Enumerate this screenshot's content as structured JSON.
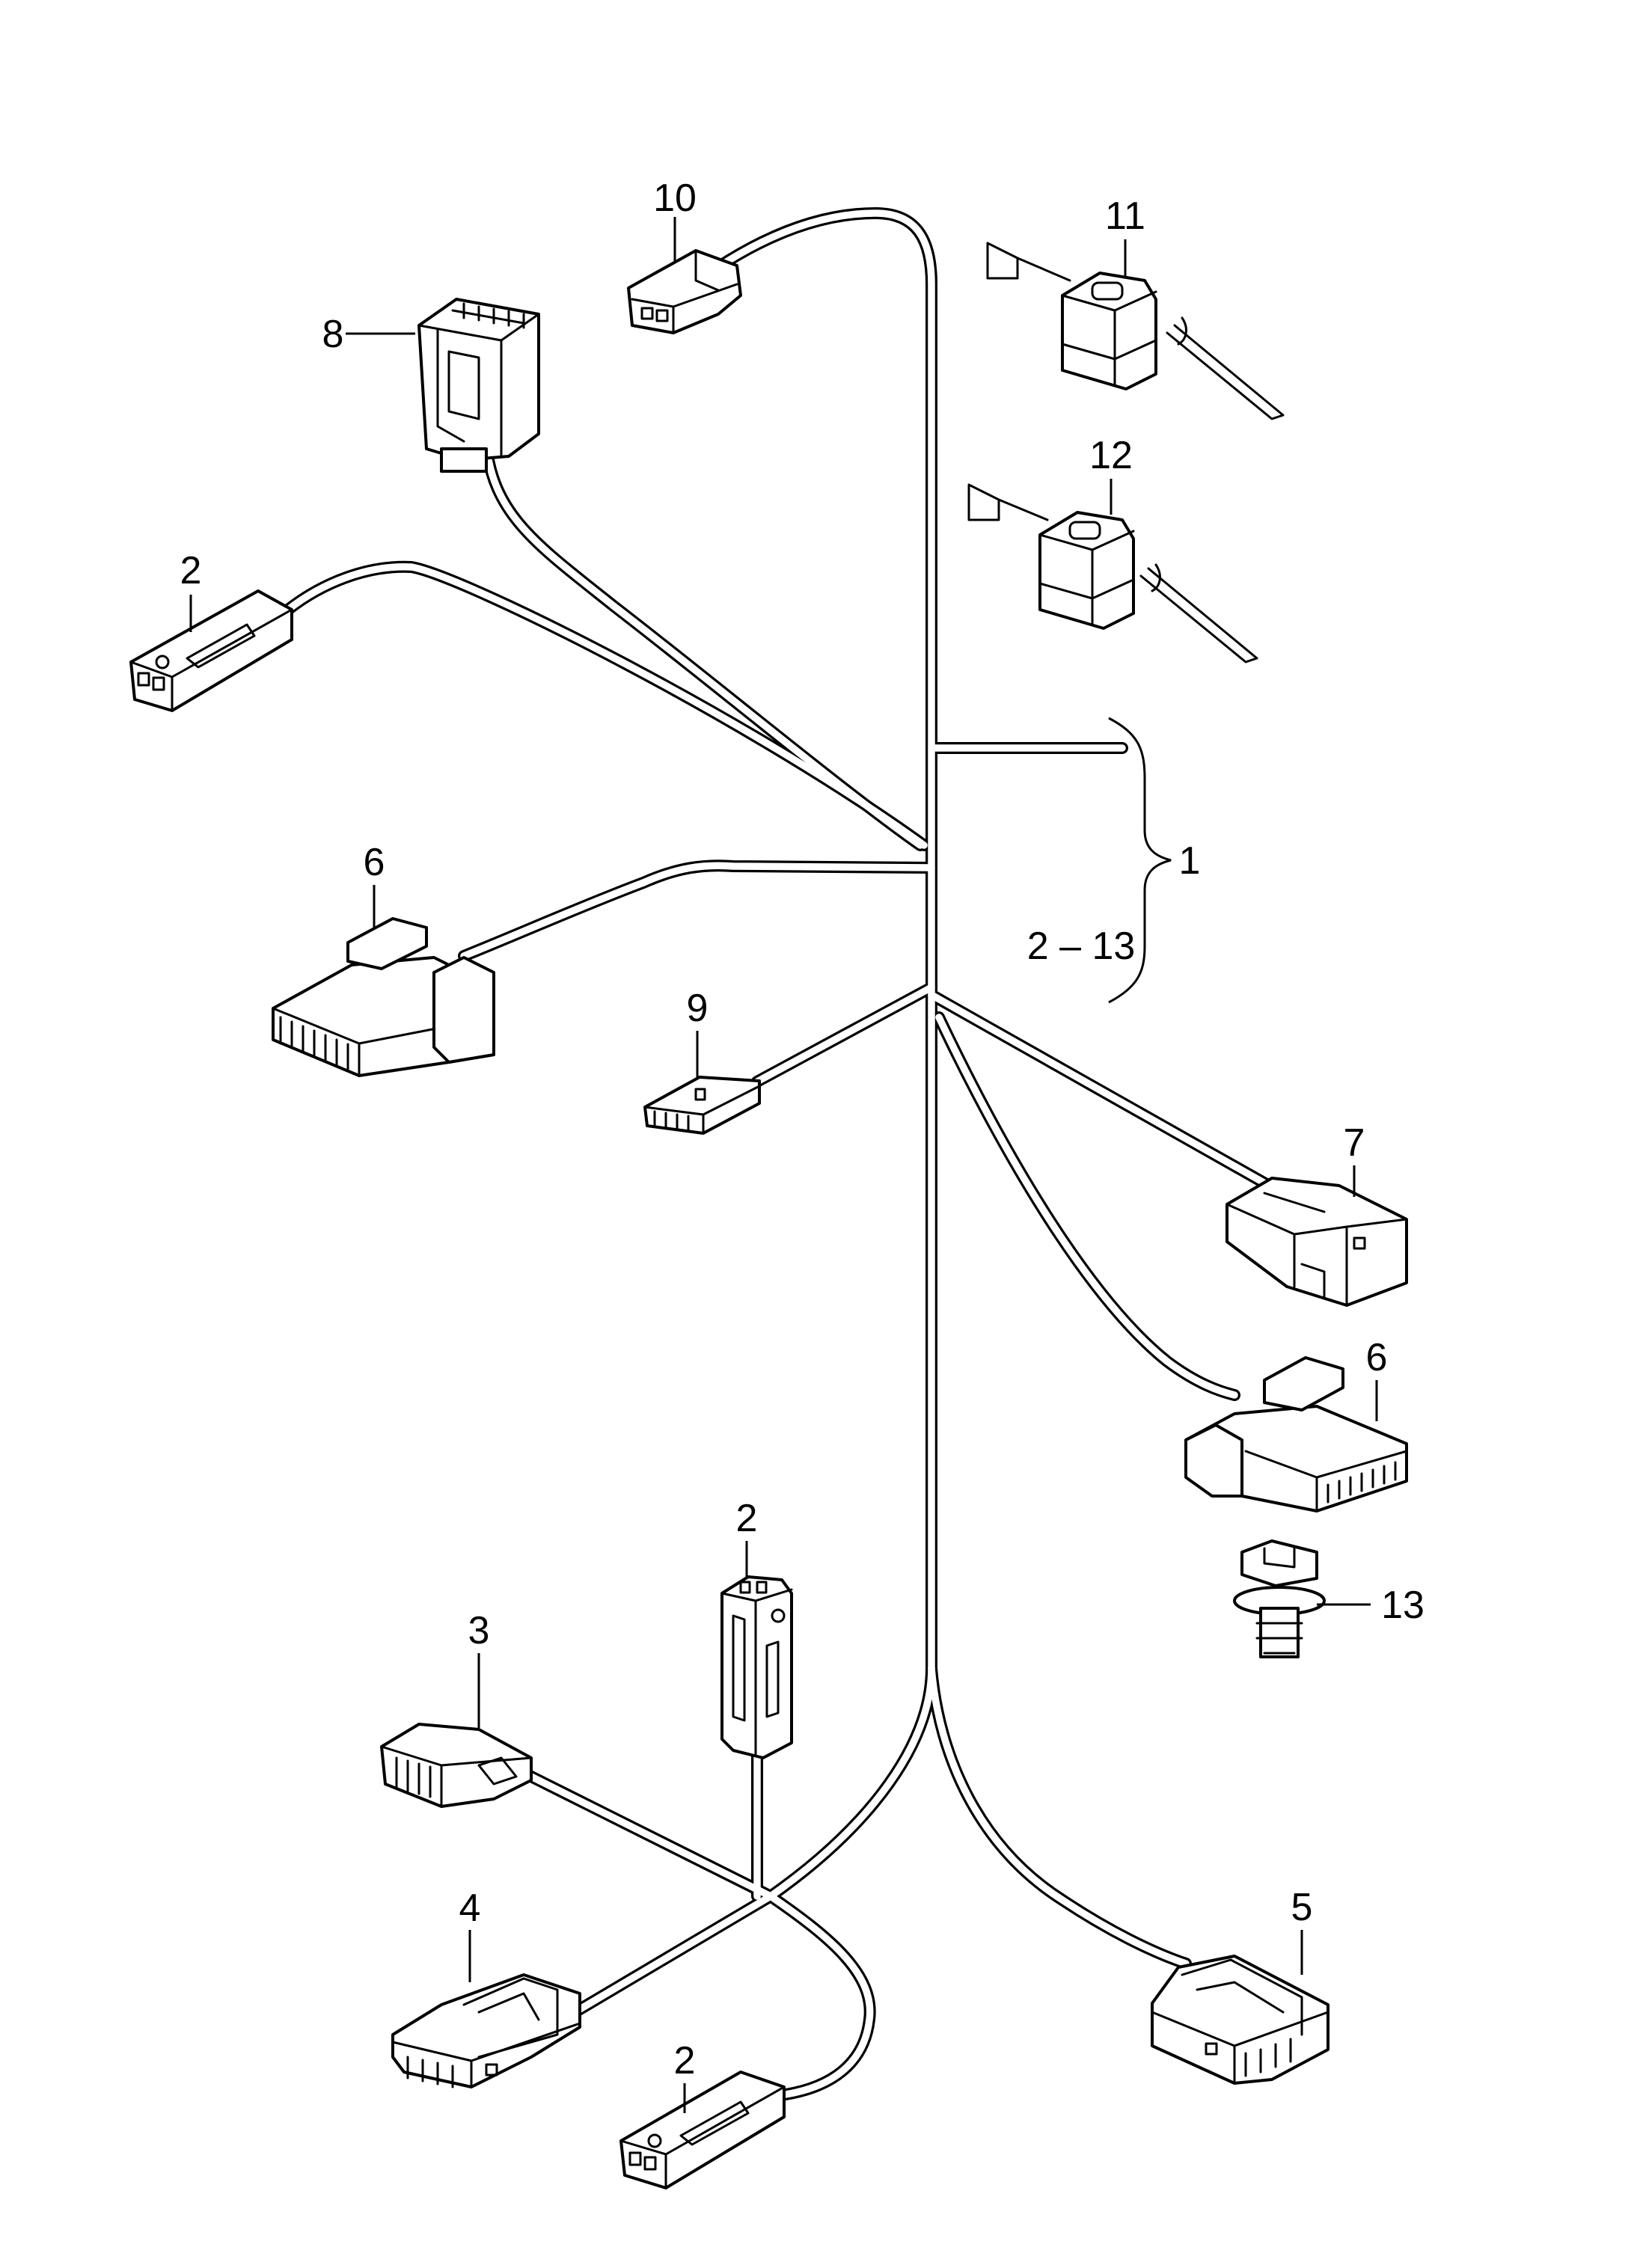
{
  "diagram": {
    "type": "wiring-harness-exploded-view",
    "callouts": {
      "c10": "10",
      "c11": "11",
      "c12": "12",
      "c8": "8",
      "c2a": "2",
      "c6a": "6",
      "c9": "9",
      "c7": "7",
      "c6b": "6",
      "c13": "13",
      "c2b": "2",
      "c3": "3",
      "c4": "4",
      "c2c": "2",
      "c5": "5",
      "c1": "1",
      "range": "2 – 13"
    }
  }
}
